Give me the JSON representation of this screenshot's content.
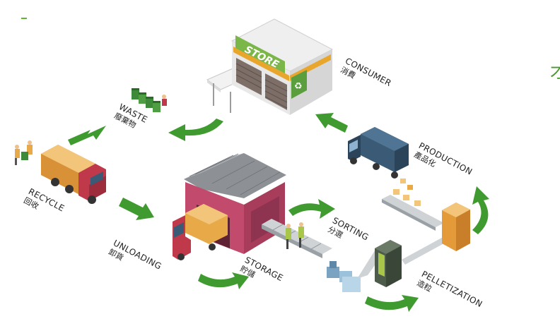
{
  "colors": {
    "arrow": "#3f9a2f",
    "store_sign": "#7ab648",
    "store_stripe": "#e8a62c",
    "truck_body": "#e8a948",
    "truck_cab": "#c0394b",
    "warehouse": "#c24b6d",
    "roof": "#8d9196",
    "van": "#3b5a75",
    "pellet_box": "#e59a3a",
    "machine": "#4d5c4a"
  },
  "store": {
    "sign": "STORE"
  },
  "stages": [
    {
      "id": "consumer",
      "en": "CONSUMER",
      "zh": "消費"
    },
    {
      "id": "waste",
      "en": "WASTE",
      "zh": "廢棄物"
    },
    {
      "id": "recycle",
      "en": "RECYCLE",
      "zh": "回收"
    },
    {
      "id": "unloading",
      "en": "UNLOADING",
      "zh": "卸貨"
    },
    {
      "id": "storage",
      "en": "STORAGE",
      "zh": "貯儲"
    },
    {
      "id": "sorting",
      "en": "SORTING",
      "zh": "分選"
    },
    {
      "id": "pelletization",
      "en": "PELLETIZATION",
      "zh": "造粒"
    },
    {
      "id": "production",
      "en": "PRODUCTION",
      "zh": "產品化"
    }
  ],
  "edge_glyph": "才"
}
